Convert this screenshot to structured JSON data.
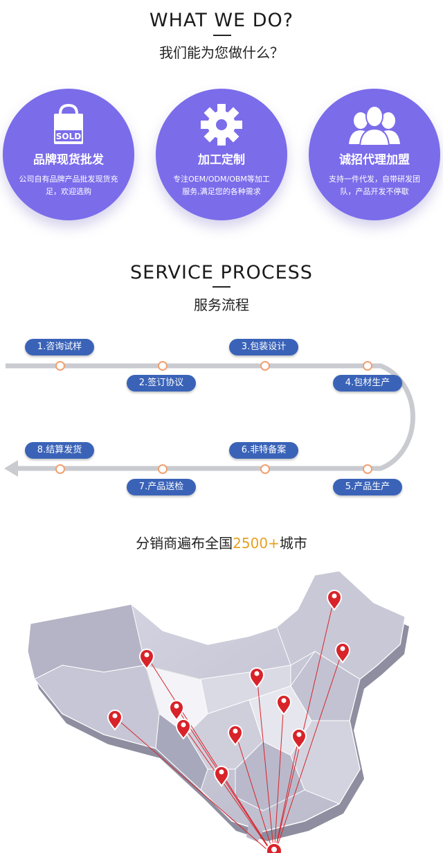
{
  "section1": {
    "title_en": "WHAT WE DO?",
    "title_cn": "我们能为您做什么？",
    "cards": [
      {
        "icon": "shopping-bag-icon",
        "icon_text": "SOLD",
        "title": "品牌现货批发",
        "desc": "公司自有品牌产品批发现货充足，欢迎选购"
      },
      {
        "icon": "gear-icon",
        "title": "加工定制",
        "desc": "专注OEM/ODM/OBM等加工服务,满足您的各种需求"
      },
      {
        "icon": "users-icon",
        "title": "诚招代理加盟",
        "desc": "支持一件代发，自带研发团队，产品开发不停歇"
      }
    ],
    "accent_color": "#7b6cea"
  },
  "section2": {
    "title_en": "SERVICE PROCESS",
    "title_cn": "服务流程",
    "steps": [
      "1.咨询试样",
      "2.签订协议",
      "3.包装设计",
      "4.包材生产",
      "5.产品生产",
      "6.非特备案",
      "7.产品送检",
      "8.结算发货"
    ],
    "pill_color": "#3a63b8"
  },
  "section3": {
    "title_prefix": "分销商遍布全国",
    "title_number": "2500+",
    "title_suffix": "城市",
    "pin_color": "#d8232a"
  }
}
